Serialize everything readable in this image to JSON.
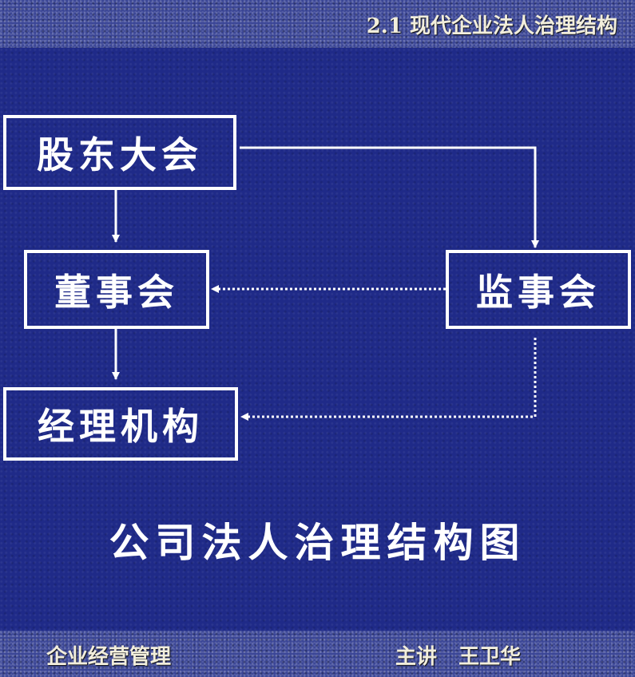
{
  "header": {
    "title": "2.1 现代企业法人治理结构"
  },
  "diagram": {
    "nodes": {
      "shareholders": "股东大会",
      "board_of_directors": "董事会",
      "supervisory_board": "监事会",
      "management": "经理机构"
    },
    "caption": "公司法人治理结构图"
  },
  "footer": {
    "course": "企业经营管理",
    "lecturer": "主讲   王卫华"
  }
}
